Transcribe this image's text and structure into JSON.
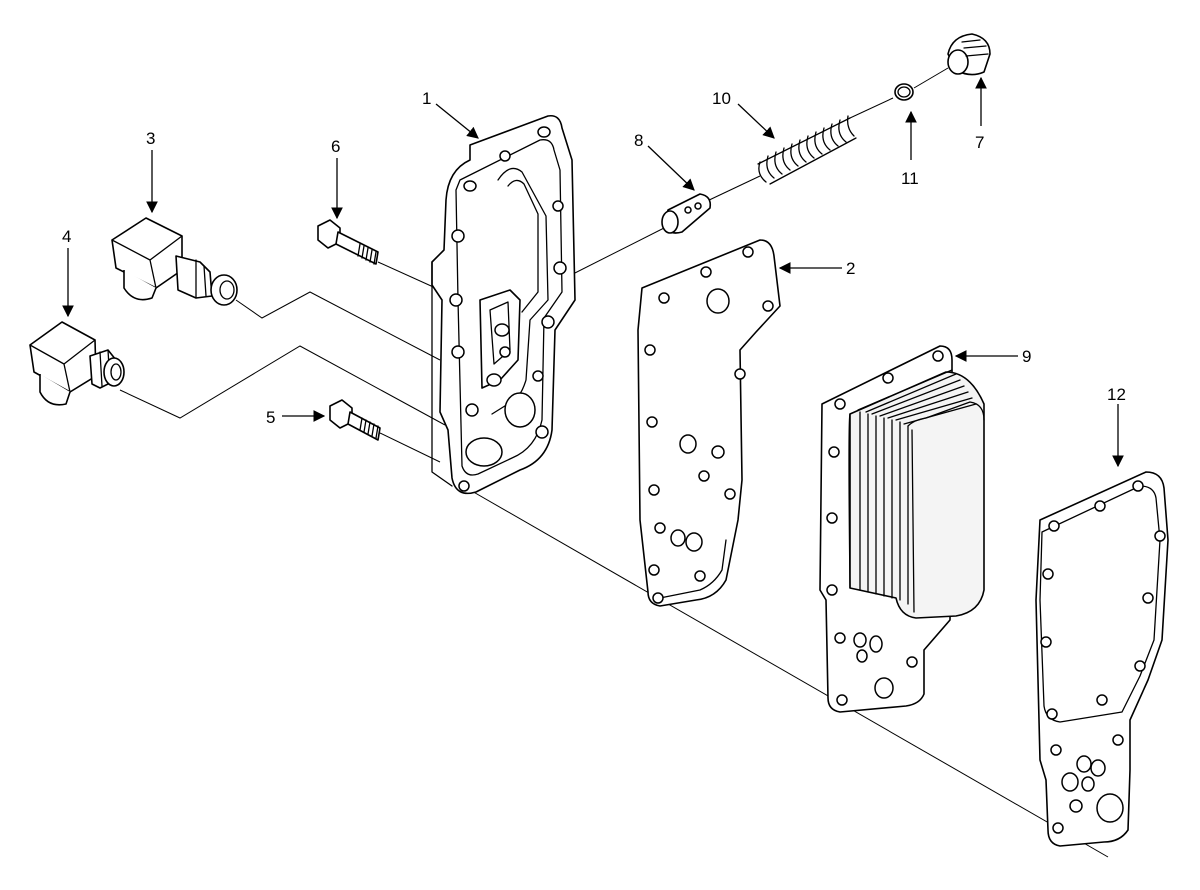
{
  "callouts": {
    "c1": "1",
    "c2": "2",
    "c3": "3",
    "c4": "4",
    "c5": "5",
    "c6": "6",
    "c7": "7",
    "c8": "8",
    "c9": "9",
    "c10": "10",
    "c11": "11",
    "c12": "12"
  },
  "colors": {
    "ink": "#000000",
    "paper": "#ffffff",
    "part_fill": "#f4f4f4"
  }
}
